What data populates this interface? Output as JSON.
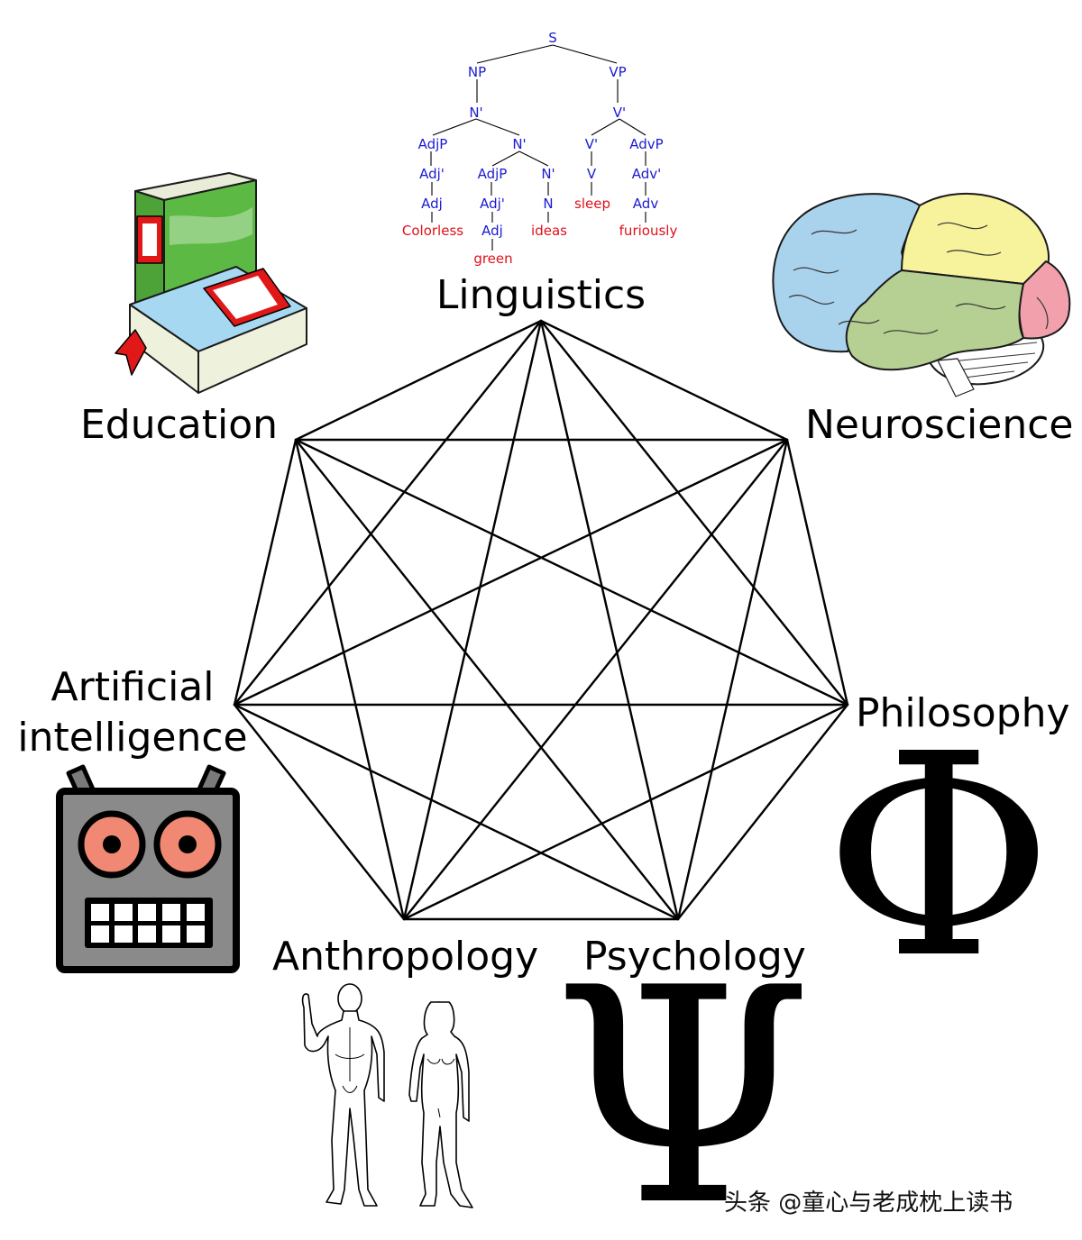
{
  "fields": [
    {
      "id": "linguistics",
      "label": "Linguistics"
    },
    {
      "id": "neuroscience",
      "label": "Neuroscience"
    },
    {
      "id": "philosophy",
      "label": "Philosophy"
    },
    {
      "id": "psychology",
      "label": "Psychology"
    },
    {
      "id": "anthropology",
      "label": "Anthropology"
    },
    {
      "id": "artificial-intelligence",
      "label": "Artificial intelligence",
      "label_lines": [
        "Artificial",
        "intelligence"
      ]
    },
    {
      "id": "education",
      "label": "Education"
    }
  ],
  "symbols": {
    "philosophy": "Φ",
    "psychology": "Ψ"
  },
  "syntax_tree": {
    "nodes": {
      "s": "S",
      "np": "NP",
      "vp": "VP",
      "n1": "N'",
      "v1": "V'",
      "adjp1": "AdjP",
      "n2": "N'",
      "v2": "V'",
      "advp": "AdvP",
      "adj1p": "Adj'",
      "adjp2": "AdjP",
      "n3": "N'",
      "v": "V",
      "advprime": "Adv'",
      "adj1": "Adj",
      "adj2p": "Adj'",
      "n": "N",
      "adv": "Adv",
      "adj2": "Adj"
    },
    "leaves": {
      "colorless": "Colorless",
      "ideas": "ideas",
      "sleep": "sleep",
      "furiously": "furiously",
      "green": "green"
    }
  },
  "icons": [
    "syntax-tree-icon",
    "brain-icon",
    "phi-icon",
    "psi-icon",
    "human-figures-icon",
    "robot-icon",
    "books-icon"
  ],
  "colors": {
    "tree_nodes": "#1a1ad4",
    "tree_leaves": "#e0101a",
    "brain_frontal": "#a9d3ec",
    "brain_parietal": "#f7f29c",
    "brain_temporal": "#b6cf93",
    "brain_occipital": "#f2a0ac",
    "robot_body": "#8a8a8a",
    "robot_eyes": "#f08873",
    "book_green": "#5cb944",
    "book_blue": "#a7d8f2",
    "bookmark_red": "#e01818"
  },
  "watermark": "头条 @童心与老成枕上读书"
}
